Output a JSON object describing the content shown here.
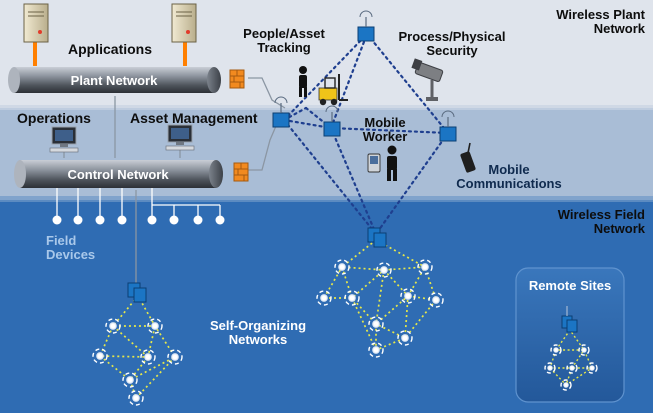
{
  "zones": {
    "plant": {
      "label_lines": [
        "Wireless Plant",
        "Network"
      ],
      "color": "#dfe4ec"
    },
    "control": {
      "color": "#a9bdd6"
    },
    "field": {
      "label_lines": [
        "Wireless Field",
        "Network"
      ],
      "color": "#2f6cb3"
    }
  },
  "pipes": {
    "plant": "Plant Network",
    "control": "Control Network"
  },
  "labels": {
    "applications": "Applications",
    "operations": "Operations",
    "asset_management": "Asset Management",
    "people_asset_tracking": [
      "People/Asset",
      "Tracking"
    ],
    "process_physical_security": [
      "Process/Physical",
      "Security"
    ],
    "mobile_worker": [
      "Mobile",
      "Worker"
    ],
    "mobile_communications": [
      "Mobile",
      "Communications"
    ],
    "field_devices": [
      "Field",
      "Devices"
    ],
    "self_organizing_networks": [
      "Self-Organizing",
      "Networks"
    ],
    "remote_sites": "Remote Sites"
  },
  "colors": {
    "access_point": "#1b75c4",
    "wireless_link": "#1f3f8f",
    "mesh_link": "#e6e84a",
    "antenna": "#ff7f00",
    "firewall": "#f28a1f"
  },
  "icons": [
    "server-icon",
    "computer-icon",
    "firewall-icon",
    "access-point-icon",
    "person-icon",
    "forklift-icon",
    "camera-icon",
    "pda-icon",
    "radio-icon",
    "field-device-icon"
  ]
}
